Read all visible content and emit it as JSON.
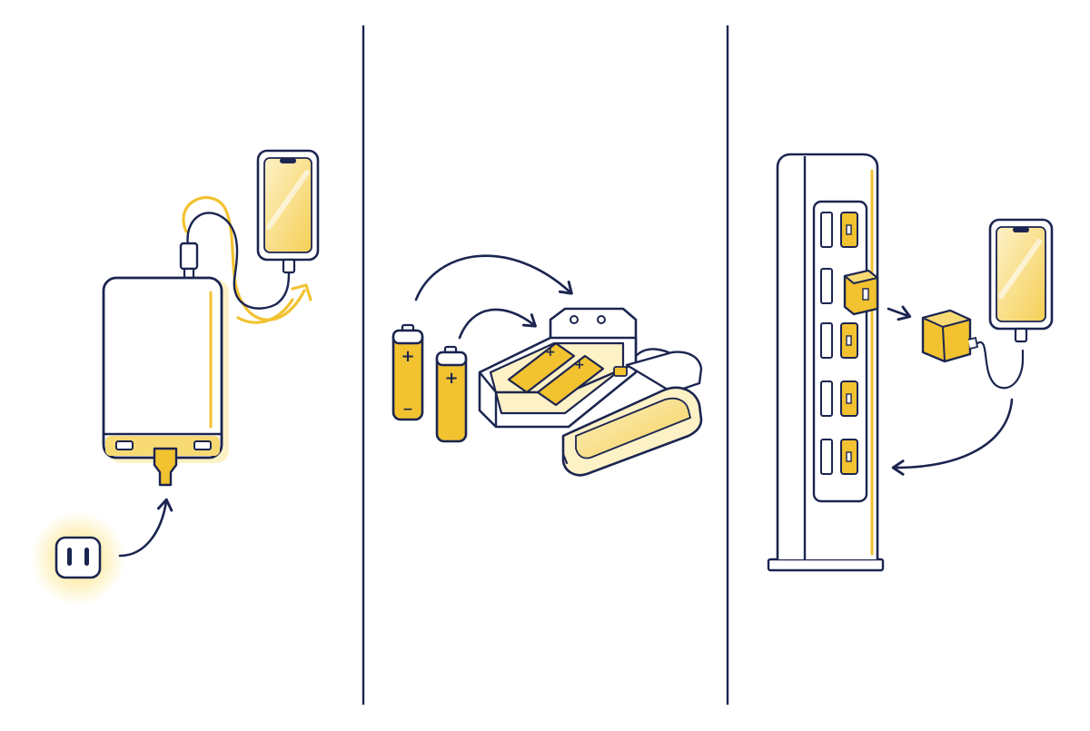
{
  "colors": {
    "line": "#1b2550",
    "accent": "#f2c230",
    "accent_soft": "#f8da74",
    "accent_pale": "#fdf1c6",
    "glow": "#fff3c4",
    "background": "#ffffff"
  },
  "panels": [
    {
      "id": "power-bank-panel",
      "icons": [
        "wall-outlet-icon",
        "power-bank-icon",
        "usb-cable-icon",
        "smartphone-icon",
        "charge-flow-arrow-icon"
      ]
    },
    {
      "id": "battery-charger-panel",
      "icons": [
        "aa-battery-icon",
        "battery-charger-icon",
        "smartphone-icon",
        "insert-arrow-icon"
      ]
    },
    {
      "id": "charging-station-panel",
      "icons": [
        "charging-tower-icon",
        "wall-adapter-icon",
        "smartphone-icon",
        "return-arrow-icon"
      ]
    }
  ],
  "battery_labels": {
    "positive": "+",
    "negative": "−"
  }
}
